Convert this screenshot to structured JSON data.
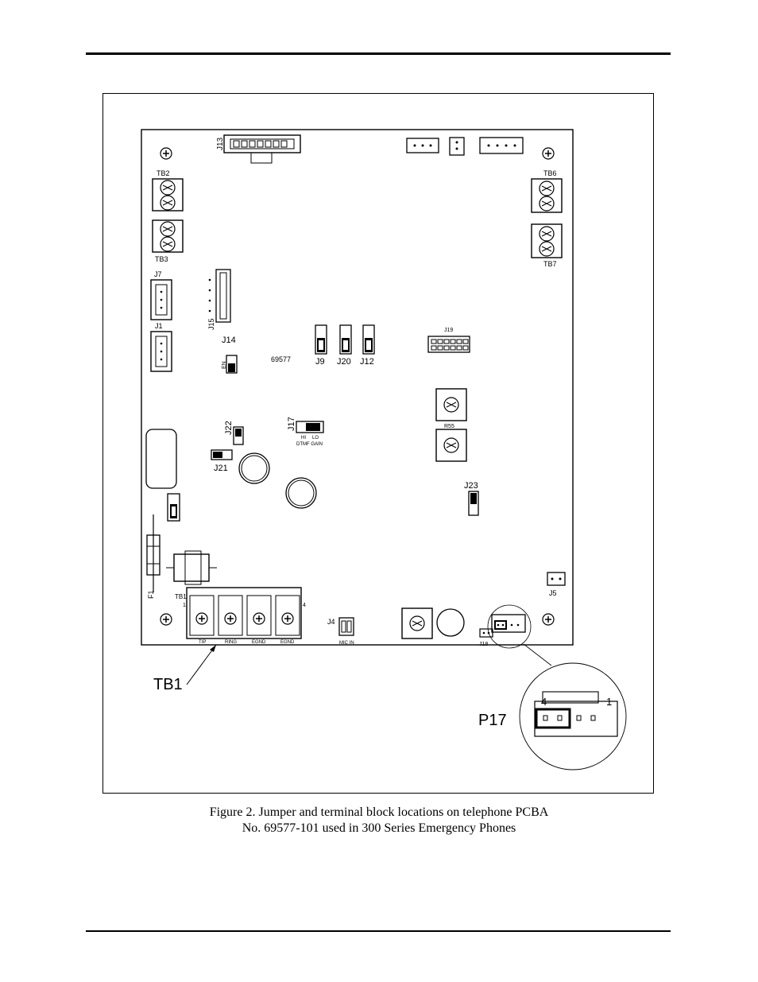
{
  "labels": {
    "j13": "J13",
    "tb2": "TB2",
    "tb3": "TB3",
    "tb6": "TB6",
    "tb7": "TB7",
    "j7": "J7",
    "j1": "J1",
    "j15": "J15",
    "j14": "J14",
    "j9": "J9",
    "j20": "J20",
    "j12": "J12",
    "j19": "J19",
    "r55": "R55",
    "j22": "J22",
    "j21": "J21",
    "j17": "J17",
    "j23": "J23",
    "j5": "J5",
    "f1": "F1",
    "tb1": "TB1",
    "j4": "J4",
    "j18": "J18",
    "p17": "P17",
    "board_no": "69577",
    "hi": "HI",
    "lo": "LO",
    "dtmf_gain": "DTMF GAIN",
    "mic_in": "MIC IN",
    "tip": "TIP",
    "ring": "RING",
    "egnd1": "EGND",
    "egnd2": "EGND",
    "pin1": "1",
    "pin4": "4",
    "en": "EN",
    "callout_tb1": "TB1",
    "callout_p17": "P17",
    "callout_pin4": "4",
    "callout_pin1": "1"
  },
  "caption": {
    "line1": "Figure 2.  Jumper and terminal block locations on telephone PCBA",
    "line2": "No. 69577-101 used in 300 Series Emergency Phones"
  }
}
